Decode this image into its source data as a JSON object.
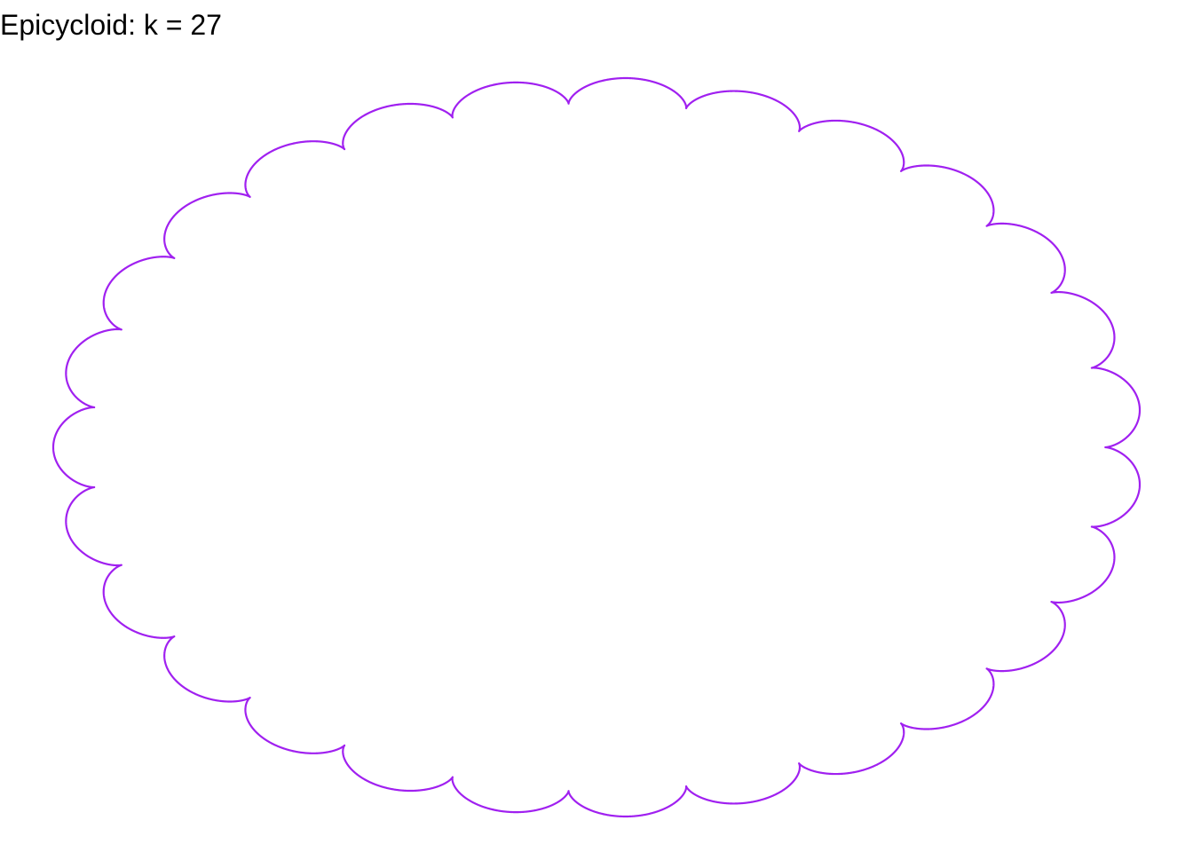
{
  "chart_data": {
    "type": "line",
    "title": "Epicycloid: k = 27",
    "curve": "epicycloid",
    "k": 27,
    "parameter_range": [
      0,
      6.2832
    ],
    "color": "#A020F0",
    "grid": false,
    "axes_visible": false,
    "legend": "none"
  }
}
